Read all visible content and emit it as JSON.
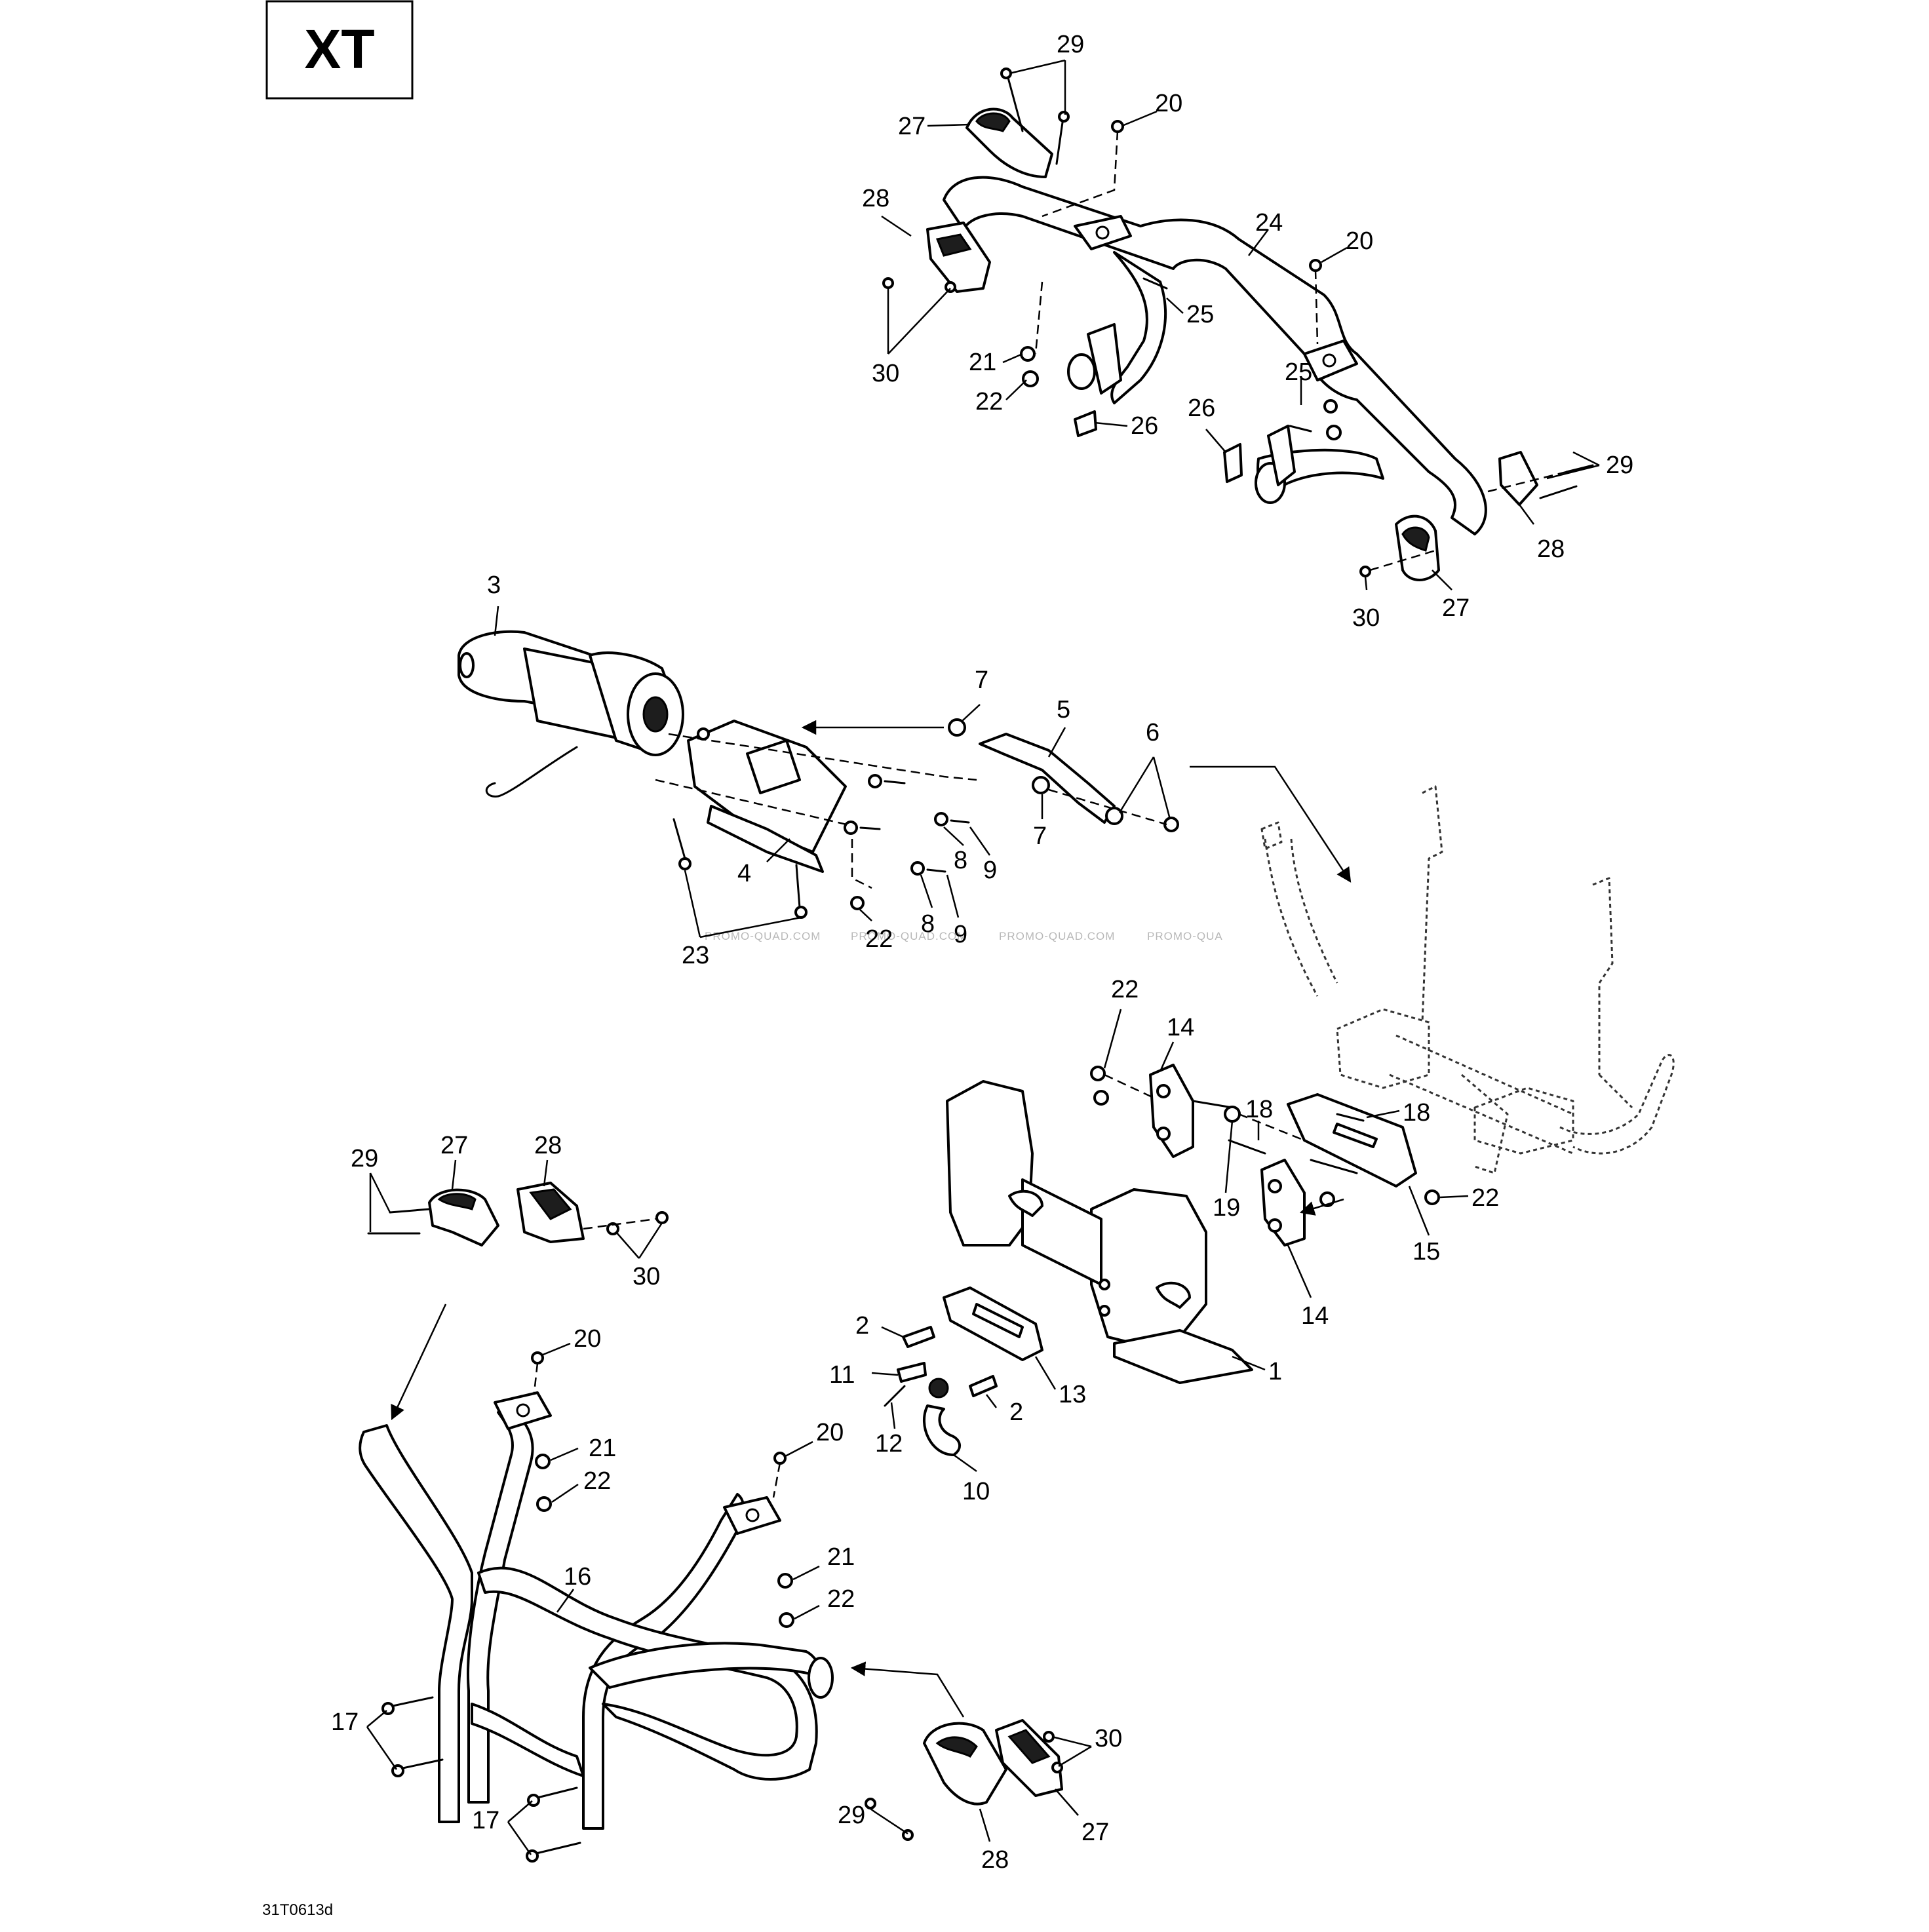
{
  "model_badge": "XT",
  "drawing_code": "31T0613d",
  "watermarks": [
    "PROMO-QUAD.COM",
    "PROMO-QUAD.COM",
    "PROMO-QUAD.COM",
    "PROMO-QUA"
  ],
  "callouts": [
    "29",
    "27",
    "20",
    "28",
    "24",
    "20",
    "25",
    "30",
    "21",
    "22",
    "25",
    "26",
    "26",
    "29",
    "28",
    "30",
    "27",
    "3",
    "7",
    "5",
    "6",
    "7",
    "8",
    "9",
    "4",
    "8",
    "9",
    "22",
    "23",
    "22",
    "14",
    "18",
    "18",
    "19",
    "22",
    "15",
    "14",
    "29",
    "27",
    "28",
    "30",
    "20",
    "21",
    "22",
    "2",
    "11",
    "13",
    "2",
    "12",
    "10",
    "1",
    "20",
    "21",
    "22",
    "16",
    "17",
    "17",
    "30",
    "27",
    "29",
    "28"
  ]
}
